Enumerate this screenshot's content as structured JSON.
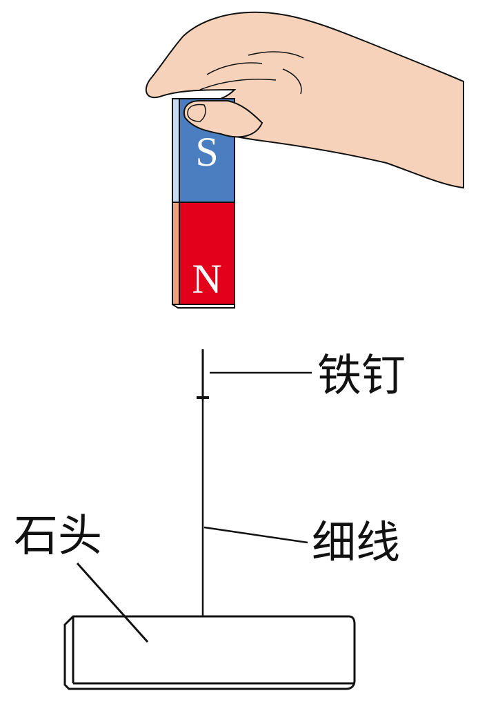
{
  "magnet": {
    "south_label": "S",
    "north_label": "N",
    "south_color": "#4a7ec0",
    "north_color": "#e2001a",
    "side_color_south": "#c9daf0",
    "side_color_north": "#f2a07a"
  },
  "labels": {
    "nail": "铁钉",
    "thread": "细线",
    "stone": "石头"
  },
  "colors": {
    "skin": "#f6d2ba",
    "outline": "#111111"
  },
  "icons": {
    "hand": "hand-icon",
    "magnet": "bar-magnet-icon",
    "nail": "iron-nail-icon",
    "stone": "stone-block-icon"
  }
}
